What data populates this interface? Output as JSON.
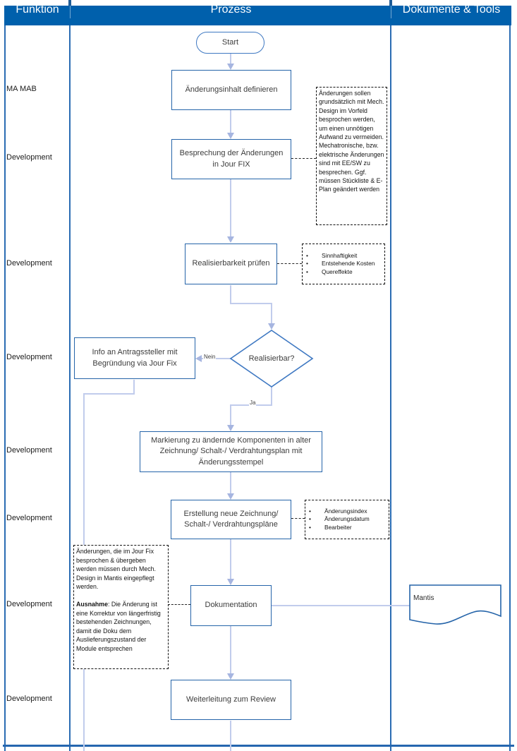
{
  "header": {
    "columns": [
      "Funktion",
      "Prozess",
      "Dokumente & Tools"
    ]
  },
  "lanes": [
    "MA MAB",
    "Development",
    "Development",
    "Development",
    "Development",
    "Development",
    "Development",
    "Development"
  ],
  "process": {
    "start": "Start",
    "define": "Änderungsinhalt definieren",
    "besprechung": "Besprechung der Änderungen in Jour FIX",
    "realisierbarkeit": "Realisierbarkeit prüfen",
    "decision": "Realisierbar?",
    "decision_no": "Nein",
    "decision_yes": "Ja",
    "info": "Info an Antragssteller mit Begründung via Jour Fix",
    "markierung": "Markierung zu ändernde Komponenten in alter Zeichnung/ Schalt-/ Verdrahtungsplan mit Änderungsstempel",
    "erstellung": "Erstellung neue Zeichnung/ Schalt-/ Verdrahtungspläne",
    "dokumentation": "Dokumentation",
    "weiterleitung": "Weiterleitung zum Review"
  },
  "notes": {
    "besprechung_note": "Änderungen sollen grundsätzlich mit Mech. Design im Vorfeld besprochen werden, um einen unnötigen Aufwand zu vermeiden. Mechatronische, bzw. elektrische Änderungen sind mit EE/SW zu besprechen. Ggf. müssen Stückliste & E-Plan geändert werden",
    "realisierbarkeit_criteria": [
      "Sinnhaftigkeit",
      "Entstehende Kosten",
      "Quereffekte"
    ],
    "erstellung_attributes": [
      "Änderungsindex",
      "Änderungsdatum",
      "Bearbeiter"
    ],
    "mantis_note": {
      "part1": "Änderungen, die im Jour Fix besprochen & übergeben werden müssen durch Mech. Design in Mantis eingepflegt werden.",
      "exception_label": "Ausnahme",
      "exception_text": ": Die Änderung ist eine Korrektur von längerfristig bestehenden Zeichnungen, damit die Doku dem Auslieferungszustand der Module entsprechen"
    }
  },
  "documents": {
    "mantis": "Mantis"
  },
  "colors": {
    "header_bg": "#0060AC",
    "grid_border": "#2A6CB3",
    "shape_border": "#2564A9",
    "rounded_shape_border": "#3E78C2",
    "connector": "#C1CCEC",
    "arrowhead": "#A6B5E0",
    "note_border": "#111111"
  }
}
